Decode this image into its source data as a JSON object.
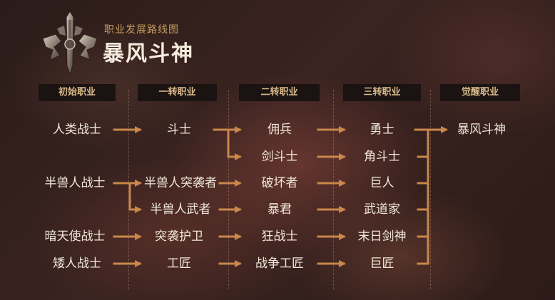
{
  "header": {
    "subtitle": "职业发展路线图",
    "title": "暴风斗神"
  },
  "columns": [
    "初始职业",
    "一转职业",
    "二转职业",
    "三转职业",
    "觉醒职业"
  ],
  "nodes": {
    "c0": [
      "人类战士",
      "半兽人战士",
      "暗天使战士",
      "矮人战士"
    ],
    "c1": [
      "斗士",
      "半兽人突袭者",
      "半兽人武者",
      "突袭护卫",
      "工匠"
    ],
    "c2": [
      "佣兵",
      "剑斗士",
      "破坏者",
      "暴君",
      "狂战士",
      "战争工匠"
    ],
    "c3": [
      "勇士",
      "角斗士",
      "巨人",
      "武道家",
      "末日剑神",
      "巨匠"
    ],
    "c4": [
      "暴风斗神"
    ]
  },
  "colors": {
    "accent": "#c9874a",
    "header_bg": "#1a1311",
    "header_text": "#d9b98a",
    "node_text": "#f1e8da",
    "subtitle": "#c39a5e"
  },
  "icons": {
    "emblem": "sword-emblem-icon",
    "arrow": "arrow-right-icon"
  }
}
